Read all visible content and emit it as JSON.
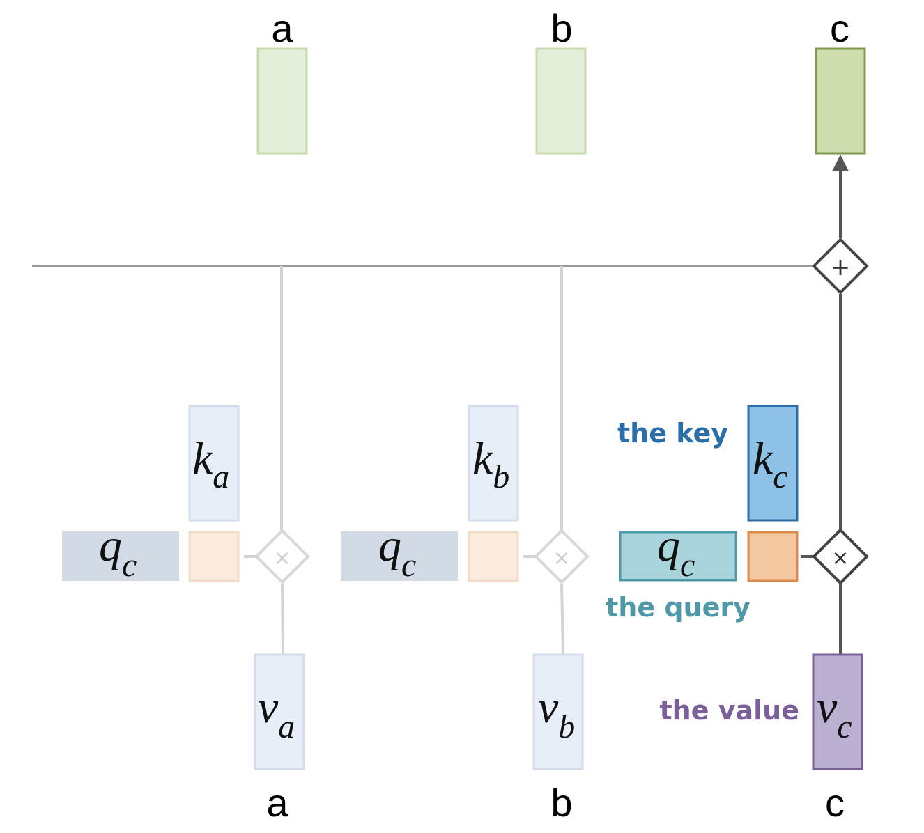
{
  "top_labels": [
    "a",
    "b",
    "c"
  ],
  "bottom_labels": [
    "a",
    "b",
    "c"
  ],
  "vars": {
    "k_a": {
      "base": "k",
      "sub": "a"
    },
    "k_b": {
      "base": "k",
      "sub": "b"
    },
    "k_c": {
      "base": "k",
      "sub": "c"
    },
    "q_a": {
      "base": "q",
      "sub": "c"
    },
    "q_b": {
      "base": "q",
      "sub": "c"
    },
    "q_c": {
      "base": "q",
      "sub": "c"
    },
    "v_a": {
      "base": "v",
      "sub": "a"
    },
    "v_b": {
      "base": "v",
      "sub": "b"
    },
    "v_c": {
      "base": "v",
      "sub": "c"
    }
  },
  "annotations": {
    "key": "the key",
    "query": "the query",
    "value": "the value"
  },
  "operators": {
    "multiply": "×",
    "add": "+"
  },
  "colors": {
    "output_faded": "#e4eed8",
    "output_active": "#cfddae",
    "key_faded": "#e8eef7",
    "key_active": "#8dc1e6",
    "query_faded": "#d2dae5",
    "query_active": "#a9d4dc",
    "score_faded": "#faebdd",
    "score_active": "#f3c8a0",
    "value_faded": "#e8eef7",
    "value_active": "#bcb0d2",
    "key_text": "#2c6ea8",
    "query_text": "#4f98a8",
    "value_text": "#7a5f9a"
  }
}
